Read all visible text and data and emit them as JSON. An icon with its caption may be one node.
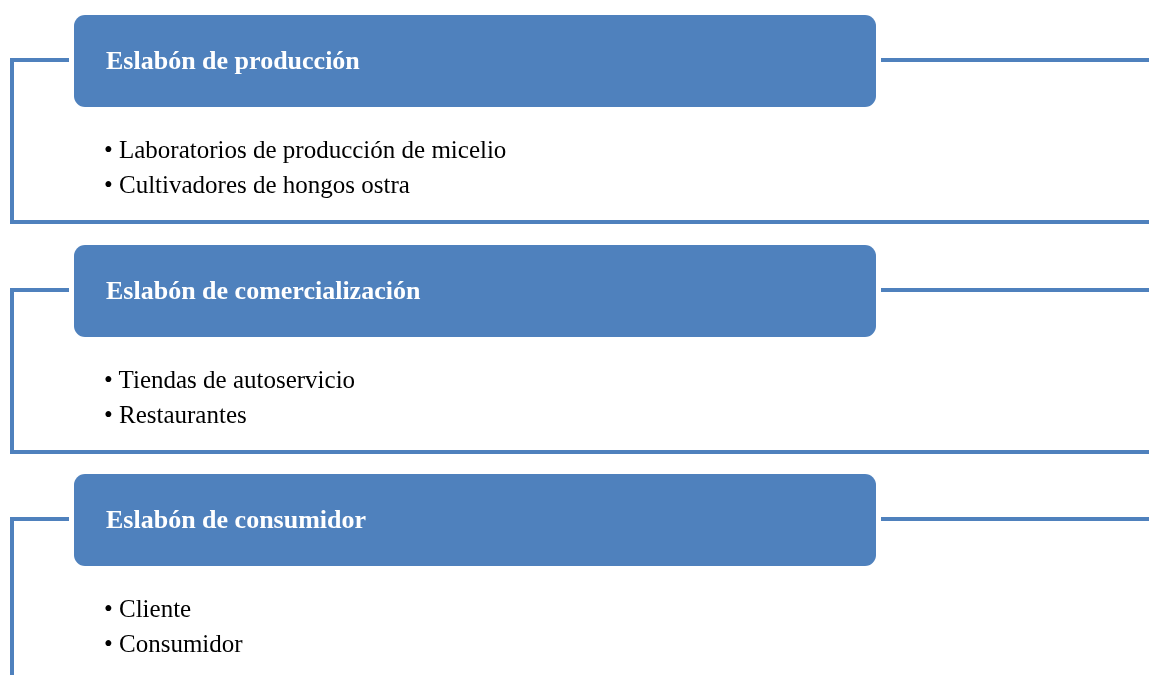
{
  "diagram": {
    "nodes": [
      {
        "text": [
          "Eslabón de producción"
        ]
      },
      {
        "text": [
          "• Laboratorios de producción de micelio",
          "• Cultivadores de hongos ostra"
        ]
      },
      {
        "text": [
          "Eslabón de comercialización"
        ]
      },
      {
        "text": [
          "• Tiendas de autoservicio",
          "• Restaurantes"
        ]
      },
      {
        "text": [
          "Eslabón de consumidor"
        ]
      },
      {
        "text": [
          "• Cliente",
          "• Consumidor"
        ]
      }
    ]
  }
}
